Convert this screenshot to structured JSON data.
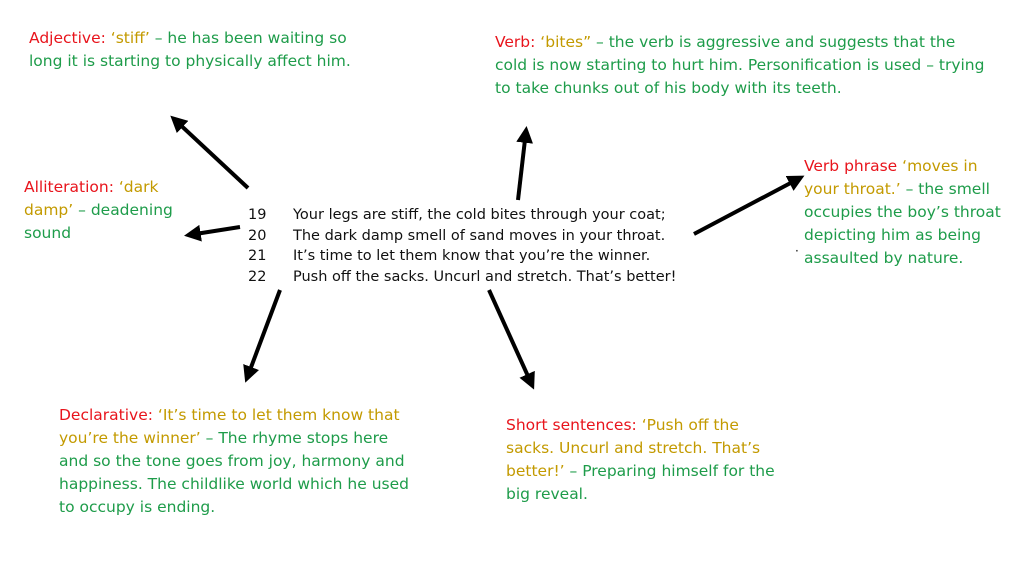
{
  "colors": {
    "term": "#e8141c",
    "quote": "#c39a00",
    "body": "#1e9c4a",
    "arrow": "#000000"
  },
  "notes": {
    "adjective": {
      "term": "Adjective:",
      "quote": " ‘stiff’",
      "sep": " – ",
      "text": "he has been waiting so long it is starting to physically affect him."
    },
    "verb": {
      "term": "Verb:",
      "quote": " ‘bites”",
      "sep": " – ",
      "text": "the verb is aggressive and suggests that the cold is now starting to hurt him.  Personification is used – trying to take chunks out of his body with its teeth."
    },
    "alliteration": {
      "term": "Alliteration:",
      "quote": " ‘dark damp’",
      "sep": " – ",
      "text": "deadening sound"
    },
    "verb_phrase": {
      "term": "Verb phrase",
      "quote": " ‘moves in your throat.’",
      "sep": " – ",
      "text": "the smell occupies the boy’s throat depicting him as being assaulted by nature."
    },
    "declarative": {
      "term": "Declarative:",
      "quote": " ‘It’s time to let them know that you’re the winner’",
      "sep": " – ",
      "text": "The rhyme stops here and so the tone goes from joy, harmony and happiness.  The childlike world which he used to occupy is ending."
    },
    "short_sentences": {
      "term": "Short sentences:",
      "quote": " ‘Push off the sacks. Uncurl and stretch. That’s better!’",
      "sep": " – ",
      "text": "Preparing himself for the big reveal."
    }
  },
  "poem": [
    {
      "num": "19",
      "text": "Your legs are stiff, the cold bites through your coat;"
    },
    {
      "num": "20",
      "text": "The dark damp smell of sand moves in your throat."
    },
    {
      "num": "21",
      "text": "It’s time to let them know that you’re the winner."
    },
    {
      "num": "22",
      "text": "Push off the sacks. Uncurl and stretch. That’s better!"
    }
  ],
  "stray_mark": "·"
}
